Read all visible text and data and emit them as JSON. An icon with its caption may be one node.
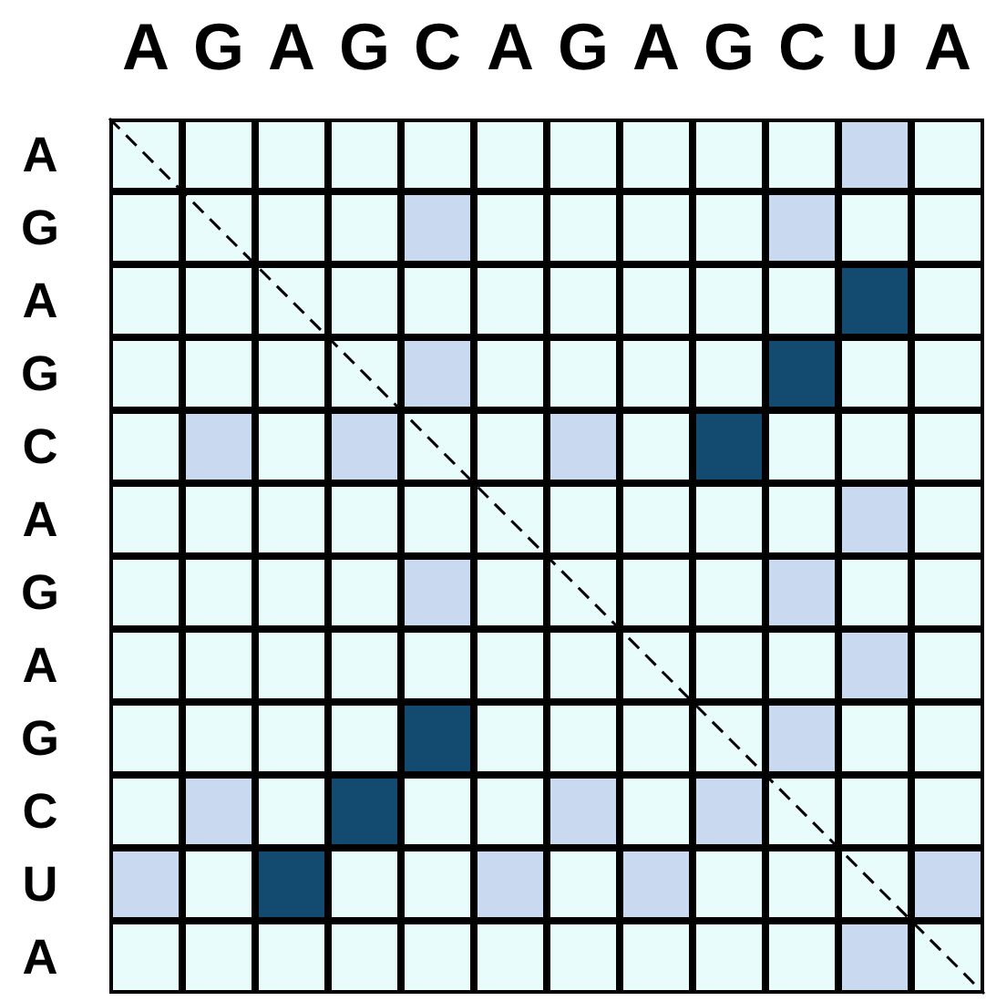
{
  "diagram": {
    "labels": [
      "A",
      "G",
      "A",
      "G",
      "C",
      "A",
      "G",
      "A",
      "G",
      "C",
      "U",
      "A",
      "A",
      "G",
      "A",
      "G",
      "C",
      "A",
      "G",
      "A",
      "G",
      "C",
      "U",
      "A"
    ]
  }
}
